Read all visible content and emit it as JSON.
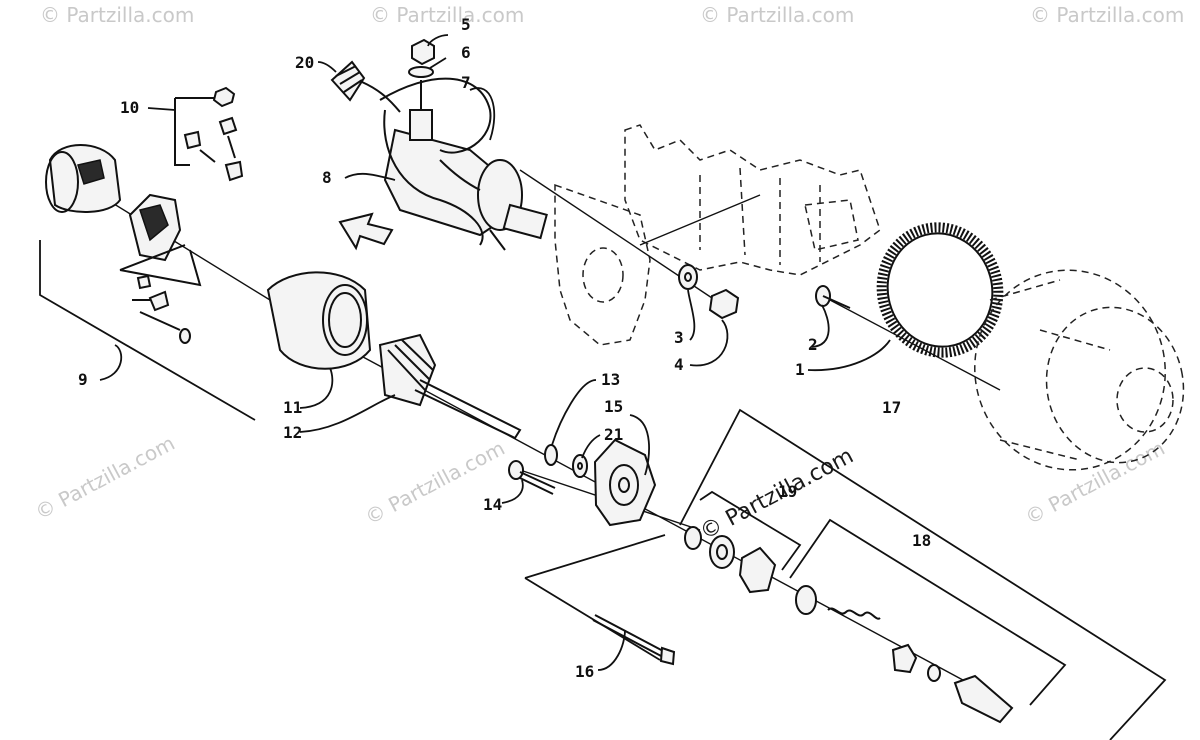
{
  "watermark": {
    "corner_text": "© Partzilla.com",
    "center_text": "© Partzilla.com"
  },
  "callouts": {
    "c1": "1",
    "c2": "2",
    "c3": "3",
    "c4": "4",
    "c5": "5",
    "c6": "6",
    "c7": "7",
    "c8": "8",
    "c9": "9",
    "c10": "10",
    "c11": "11",
    "c12": "12",
    "c13": "13",
    "c14": "14",
    "c15": "15",
    "c16": "16",
    "c17": "17",
    "c18": "18",
    "c19": "19",
    "c20": "20",
    "c21": "21"
  },
  "colors": {
    "ink": "#111111",
    "watermark": "#c9c9c9",
    "paper": "#ffffff"
  }
}
